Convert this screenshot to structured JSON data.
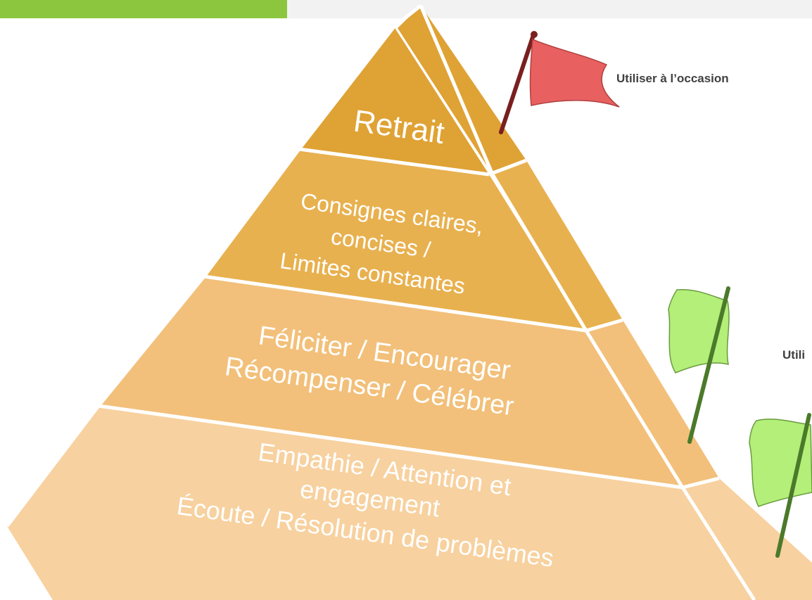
{
  "colors": {
    "accent_bar": "#8cc63f",
    "tier_top": "#dfa234",
    "tier_2": "#e8b14f",
    "tier_3": "#f2c07a",
    "tier_4": "#f7d19f",
    "side_face": "#e6ad45",
    "flag_red": "#e86060",
    "flag_green": "#b4ef79"
  },
  "pyramid": {
    "tiers": [
      {
        "lines": [
          "Retrait"
        ]
      },
      {
        "lines": [
          "Consignes claires,",
          "concises /",
          "Limites constantes"
        ]
      },
      {
        "lines": [
          "Féliciter / Encourager",
          "Récompenser / Célébrer"
        ]
      },
      {
        "lines": [
          "Empathie / Attention et",
          "engagement",
          "Écoute / Résolution de problèmes"
        ]
      }
    ]
  },
  "flags": {
    "red_label": "Utiliser à l’occasion",
    "green_label": "Utili"
  }
}
